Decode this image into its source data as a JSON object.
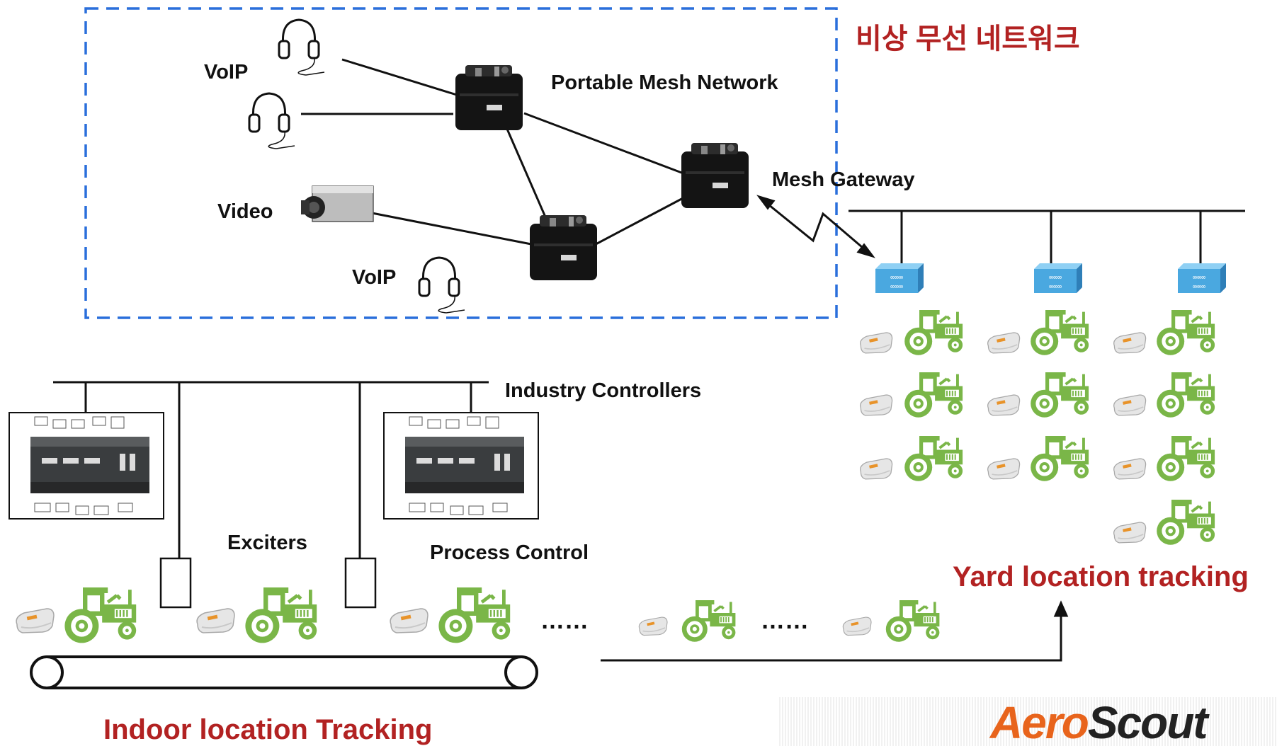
{
  "labels": {
    "voip_top": "VoIP",
    "portable_mesh": "Portable Mesh Network",
    "korean_title": "비상 무선 네트워크",
    "mesh_gateway": "Mesh Gateway",
    "video": "Video",
    "voip_bottom": "VoIP",
    "industry_controllers": "Industry Controllers",
    "exciters": "Exciters",
    "process_control": "Process Control",
    "dots_1": "……",
    "dots_2": "……",
    "yard_tracking": "Yard location tracking",
    "indoor_tracking": "Indoor location Tracking",
    "logo_part1": "Aero",
    "logo_part2": "Scout"
  },
  "colors": {
    "accent_red": "#b22222",
    "mesh_border": "#2a6fdb",
    "tractor_green": "#7ab648",
    "switch_blue": "#4aa8e0"
  }
}
